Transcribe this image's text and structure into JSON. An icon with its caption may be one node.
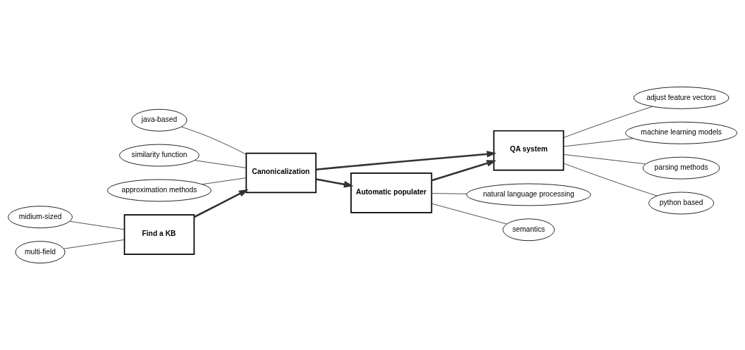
{
  "diagram": {
    "nodes": [
      {
        "text": [
          "Find a KB"
        ]
      },
      {
        "text": [
          "Canonicalization"
        ]
      },
      {
        "text": [
          "Automatic populater"
        ]
      },
      {
        "text": [
          "QA system"
        ]
      },
      {
        "text": [
          "midium-sized"
        ]
      },
      {
        "text": [
          "multi-field"
        ]
      },
      {
        "text": [
          "java-based"
        ]
      },
      {
        "text": [
          "similarity function"
        ]
      },
      {
        "text": [
          "approximation methods"
        ]
      },
      {
        "text": [
          "natural language processing"
        ]
      },
      {
        "text": [
          "semantics"
        ]
      },
      {
        "text": [
          "adjust feature vectors"
        ]
      },
      {
        "text": [
          "machine learning models"
        ]
      },
      {
        "text": [
          "parsing methods"
        ]
      },
      {
        "text": [
          "python based"
        ]
      }
    ],
    "edges": [
      {
        "from": 0,
        "to": 1,
        "arrow": "to",
        "style": "thick"
      },
      {
        "from": 1,
        "to": 3,
        "arrow": "to",
        "style": "thick"
      },
      {
        "from": 1,
        "to": 2,
        "arrow": "to",
        "style": "thick"
      },
      {
        "from": 2,
        "to": 3,
        "arrow": "to",
        "style": "thick"
      },
      {
        "from": 4,
        "to": 0,
        "arrow": "none"
      },
      {
        "from": 5,
        "to": 0,
        "arrow": "none"
      },
      {
        "from": 6,
        "to": 1,
        "arrow": "none"
      },
      {
        "from": 7,
        "to": 1,
        "arrow": "none"
      },
      {
        "from": 8,
        "to": 1,
        "arrow": "none"
      },
      {
        "from": 2,
        "to": 9,
        "arrow": "none"
      },
      {
        "from": 2,
        "to": 10,
        "arrow": "none"
      },
      {
        "from": 3,
        "to": 11,
        "arrow": "none"
      },
      {
        "from": 3,
        "to": 12,
        "arrow": "none"
      },
      {
        "from": 3,
        "to": 13,
        "arrow": "none"
      },
      {
        "from": 3,
        "to": 14,
        "arrow": "none"
      }
    ]
  }
}
